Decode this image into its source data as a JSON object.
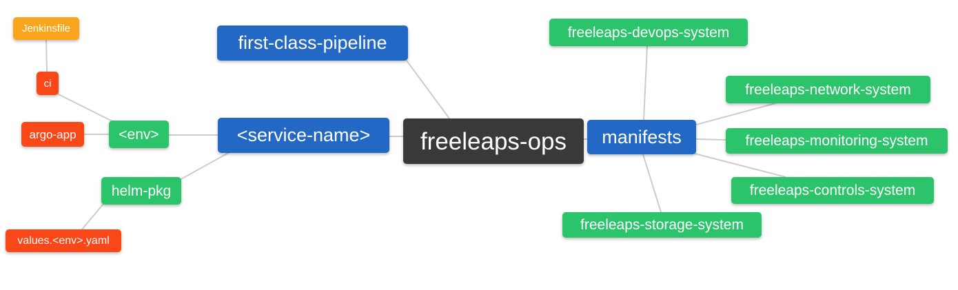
{
  "diagram": {
    "title": "freeleaps-ops mind map",
    "background": "#FFFFFF",
    "palette": {
      "blue": "#2368C4",
      "green": "#2BC46A",
      "red": "#FA4718",
      "orange": "#F9A51E",
      "dark": "#3B3838",
      "line": "#CCCCCC",
      "text": "#FFFFFF"
    },
    "nodes": [
      {
        "id": "jenkinsfile",
        "label": "Jenkinsfile",
        "color": "orange"
      },
      {
        "id": "ci",
        "label": "ci",
        "color": "red"
      },
      {
        "id": "argo-app",
        "label": "argo-app",
        "color": "red"
      },
      {
        "id": "env",
        "label": "<env>",
        "color": "green"
      },
      {
        "id": "helm-pkg",
        "label": "helm-pkg",
        "color": "green"
      },
      {
        "id": "values-env-yaml",
        "label": "values.<env>.yaml",
        "color": "red"
      },
      {
        "id": "first-class-pipeline",
        "label": "first-class-pipeline",
        "color": "blue"
      },
      {
        "id": "service-name",
        "label": "<service-name>",
        "color": "blue"
      },
      {
        "id": "freeleaps-ops",
        "label": "freeleaps-ops",
        "color": "dark"
      },
      {
        "id": "manifests",
        "label": "manifests",
        "color": "blue"
      },
      {
        "id": "freeleaps-devops-system",
        "label": "freeleaps-devops-system",
        "color": "green"
      },
      {
        "id": "freeleaps-network-system",
        "label": "freeleaps-network-system",
        "color": "green"
      },
      {
        "id": "freeleaps-monitoring-system",
        "label": "freeleaps-monitoring-system",
        "color": "green"
      },
      {
        "id": "freeleaps-controls-system",
        "label": "freeleaps-controls-system",
        "color": "green"
      },
      {
        "id": "freeleaps-storage-system",
        "label": "freeleaps-storage-system",
        "color": "green"
      }
    ],
    "edges": [
      {
        "from": "jenkinsfile",
        "to": "ci"
      },
      {
        "from": "ci",
        "to": "env"
      },
      {
        "from": "argo-app",
        "to": "env"
      },
      {
        "from": "env",
        "to": "service-name"
      },
      {
        "from": "helm-pkg",
        "to": "service-name"
      },
      {
        "from": "values-env-yaml",
        "to": "helm-pkg"
      },
      {
        "from": "first-class-pipeline",
        "to": "freeleaps-ops"
      },
      {
        "from": "service-name",
        "to": "freeleaps-ops"
      },
      {
        "from": "freeleaps-ops",
        "to": "manifests"
      },
      {
        "from": "manifests",
        "to": "freeleaps-devops-system"
      },
      {
        "from": "manifests",
        "to": "freeleaps-network-system"
      },
      {
        "from": "manifests",
        "to": "freeleaps-monitoring-system"
      },
      {
        "from": "manifests",
        "to": "freeleaps-controls-system"
      },
      {
        "from": "manifests",
        "to": "freeleaps-storage-system"
      }
    ]
  }
}
